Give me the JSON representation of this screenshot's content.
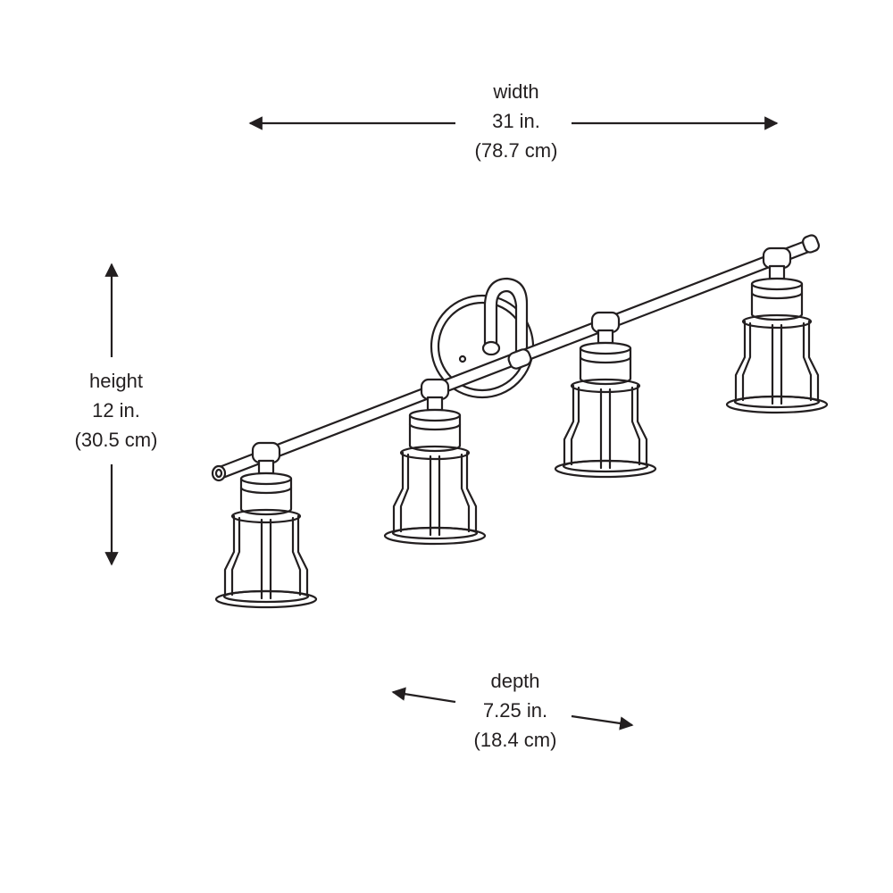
{
  "dimensions": {
    "width": {
      "label": "width",
      "imperial": "31 in.",
      "metric": "(78.7 cm)"
    },
    "height": {
      "label": "height",
      "imperial": "12 in.",
      "metric": "(30.5 cm)"
    },
    "depth": {
      "label": "depth",
      "imperial": "7.25 in.",
      "metric": "(18.4 cm)"
    }
  },
  "product": {
    "type": "4-light vanity fixture with cage shades",
    "light_count": 4
  },
  "colors": {
    "line": "#231f20",
    "background": "#ffffff"
  }
}
